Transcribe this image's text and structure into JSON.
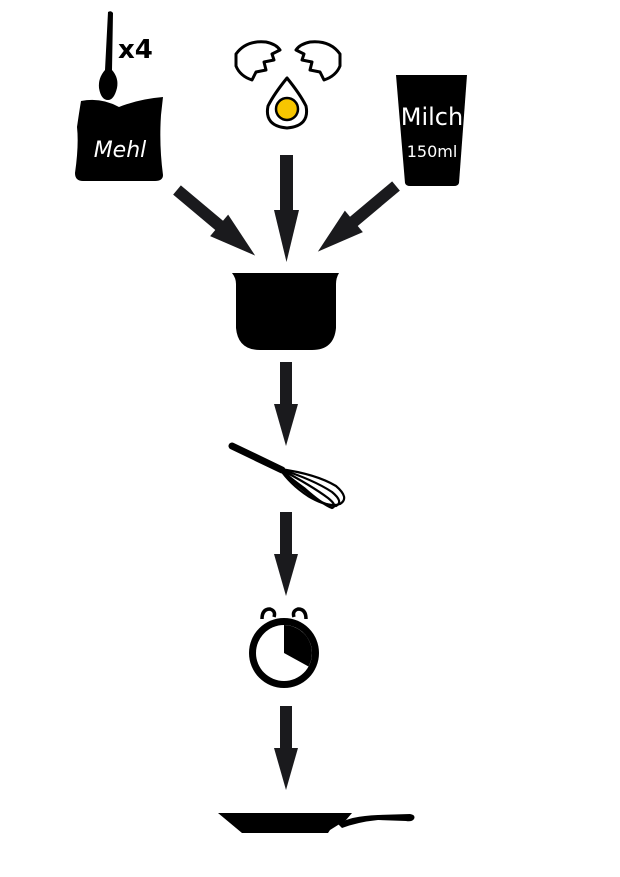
{
  "diagram": {
    "title": "",
    "ingredients": [
      {
        "name": "Mehl",
        "label": "Mehl",
        "quantity": "x4",
        "icon": "flour-bag-icon"
      },
      {
        "name": "Eier",
        "label": "",
        "icon": "cracked-egg-icon"
      },
      {
        "name": "Milch",
        "label": "Milch",
        "quantity": "150ml",
        "icon": "milk-glass-icon"
      }
    ],
    "steps": [
      {
        "name": "mix-in-bowl",
        "icon": "bowl-icon"
      },
      {
        "name": "whisk",
        "icon": "whisk-icon"
      },
      {
        "name": "wait",
        "icon": "stopwatch-icon"
      },
      {
        "name": "fry",
        "icon": "frying-pan-icon"
      }
    ],
    "colors": {
      "ink": "#000000",
      "arrow": "#1a1a1d",
      "yolk": "#f7c600",
      "background": "#ffffff"
    }
  }
}
